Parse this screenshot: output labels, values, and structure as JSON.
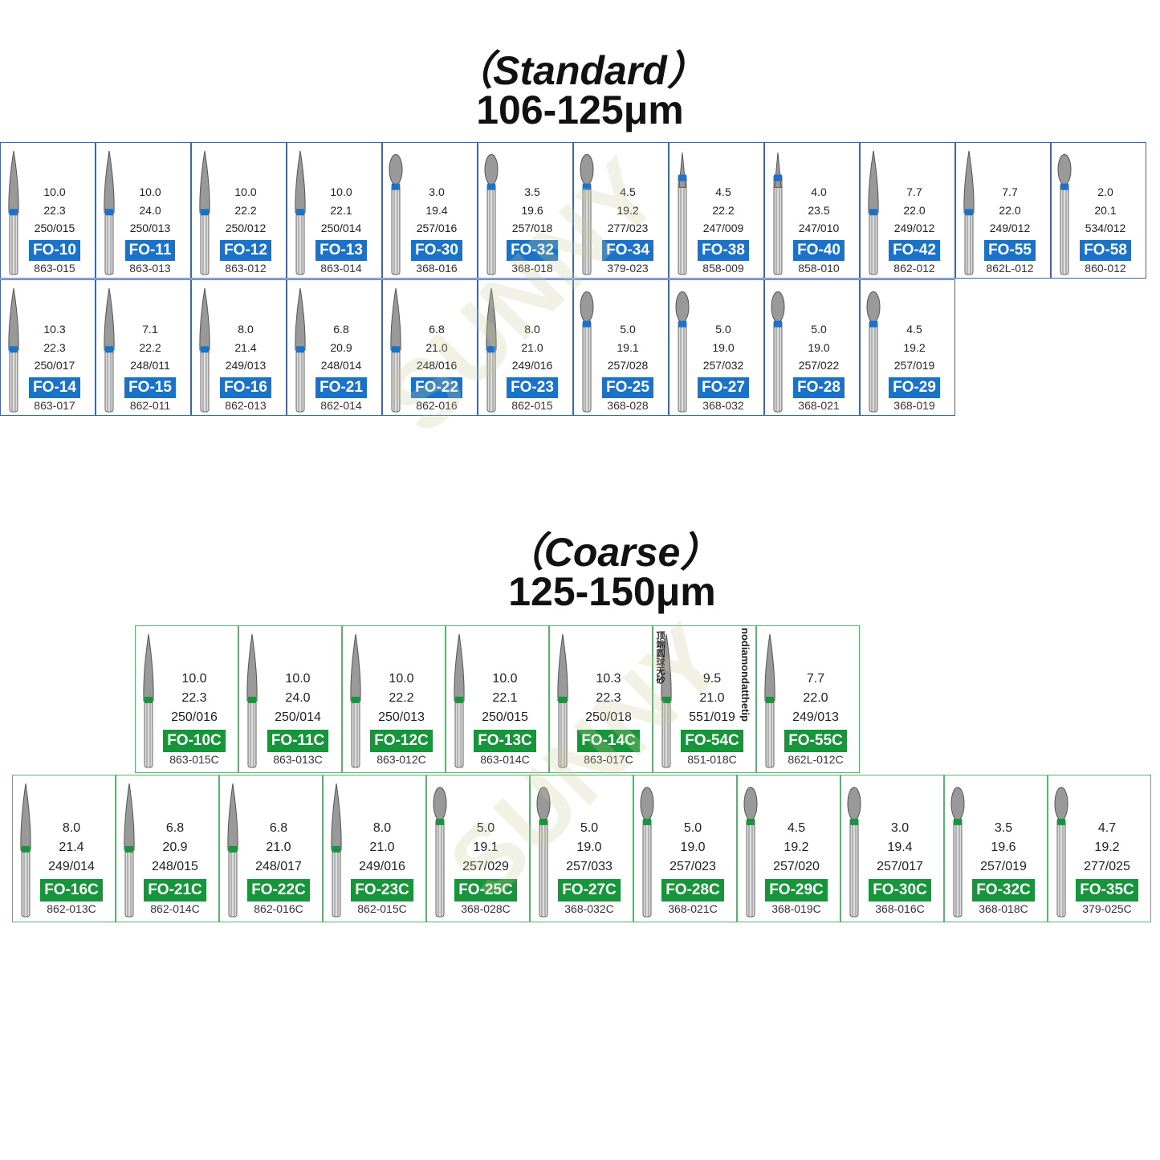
{
  "standard": {
    "title": "（Standard）",
    "range": "106-125μm",
    "color": "#1a73c8",
    "rows": [
      [
        {
          "v1": "10.0",
          "v2": "22.3",
          "v3": "250/015",
          "code": "FO-10",
          "ref": "863-015",
          "shape": "flame"
        },
        {
          "v1": "10.0",
          "v2": "24.0",
          "v3": "250/013",
          "code": "FO-11",
          "ref": "863-013",
          "shape": "flame"
        },
        {
          "v1": "10.0",
          "v2": "22.2",
          "v3": "250/012",
          "code": "FO-12",
          "ref": "863-012",
          "shape": "flame"
        },
        {
          "v1": "10.0",
          "v2": "22.1",
          "v3": "250/014",
          "code": "FO-13",
          "ref": "863-014",
          "shape": "flame"
        },
        {
          "v1": "3.0",
          "v2": "19.4",
          "v3": "257/016",
          "code": "FO-30",
          "ref": "368-016",
          "shape": "egg"
        },
        {
          "v1": "3.5",
          "v2": "19.6",
          "v3": "257/018",
          "code": "FO-32",
          "ref": "368-018",
          "shape": "egg"
        },
        {
          "v1": "4.5",
          "v2": "19.2",
          "v3": "277/023",
          "code": "FO-34",
          "ref": "379-023",
          "shape": "egg"
        },
        {
          "v1": "4.5",
          "v2": "22.2",
          "v3": "247/009",
          "code": "FO-38",
          "ref": "858-009",
          "shape": "needle"
        },
        {
          "v1": "4.0",
          "v2": "23.5",
          "v3": "247/010",
          "code": "FO-40",
          "ref": "858-010",
          "shape": "needle"
        },
        {
          "v1": "7.7",
          "v2": "22.0",
          "v3": "249/012",
          "code": "FO-42",
          "ref": "862-012",
          "shape": "flame"
        },
        {
          "v1": "7.7",
          "v2": "22.0",
          "v3": "249/012",
          "code": "FO-55",
          "ref": "862L-012",
          "shape": "flame"
        },
        {
          "v1": "2.0",
          "v2": "20.1",
          "v3": "534/012",
          "code": "FO-58",
          "ref": "860-012",
          "shape": "egg"
        }
      ],
      [
        {
          "v1": "10.3",
          "v2": "22.3",
          "v3": "250/017",
          "code": "FO-14",
          "ref": "863-017",
          "shape": "flame"
        },
        {
          "v1": "7.1",
          "v2": "22.2",
          "v3": "248/011",
          "code": "FO-15",
          "ref": "862-011",
          "shape": "flame"
        },
        {
          "v1": "8.0",
          "v2": "21.4",
          "v3": "249/013",
          "code": "FO-16",
          "ref": "862-013",
          "shape": "flame"
        },
        {
          "v1": "6.8",
          "v2": "20.9",
          "v3": "248/014",
          "code": "FO-21",
          "ref": "862-014",
          "shape": "flame"
        },
        {
          "v1": "6.8",
          "v2": "21.0",
          "v3": "248/016",
          "code": "FO-22",
          "ref": "862-016",
          "shape": "flame"
        },
        {
          "v1": "8.0",
          "v2": "21.0",
          "v3": "249/016",
          "code": "FO-23",
          "ref": "862-015",
          "shape": "flame"
        },
        {
          "v1": "5.0",
          "v2": "19.1",
          "v3": "257/028",
          "code": "FO-25",
          "ref": "368-028",
          "shape": "egg"
        },
        {
          "v1": "5.0",
          "v2": "19.0",
          "v3": "257/032",
          "code": "FO-27",
          "ref": "368-032",
          "shape": "egg"
        },
        {
          "v1": "5.0",
          "v2": "19.0",
          "v3": "257/022",
          "code": "FO-28",
          "ref": "368-021",
          "shape": "egg"
        },
        {
          "v1": "4.5",
          "v2": "19.2",
          "v3": "257/019",
          "code": "FO-29",
          "ref": "368-019",
          "shape": "egg"
        }
      ]
    ]
  },
  "coarse": {
    "title": "（Coarse）",
    "range": "125-150μm",
    "color": "#17953a",
    "rows": [
      [
        {
          "v1": "10.0",
          "v2": "22.3",
          "v3": "250/016",
          "code": "FO-10C",
          "ref": "863-015C",
          "shape": "flame"
        },
        {
          "v1": "10.0",
          "v2": "24.0",
          "v3": "250/014",
          "code": "FO-11C",
          "ref": "863-013C",
          "shape": "flame"
        },
        {
          "v1": "10.0",
          "v2": "22.2",
          "v3": "250/013",
          "code": "FO-12C",
          "ref": "863-012C",
          "shape": "flame"
        },
        {
          "v1": "10.0",
          "v2": "22.1",
          "v3": "250/015",
          "code": "FO-13C",
          "ref": "863-014C",
          "shape": "flame"
        },
        {
          "v1": "10.3",
          "v2": "22.3",
          "v3": "250/018",
          "code": "FO-14C",
          "ref": "863-017C",
          "shape": "flame"
        },
        {
          "v1": "9.5",
          "v2": "21.0",
          "v3": "551/019",
          "code": "FO-54C",
          "ref": "851-018C",
          "shape": "flame",
          "note_en": "nodiamondatthetip",
          "note_cn": "顶端圆球无砂"
        },
        {
          "v1": "7.7",
          "v2": "22.0",
          "v3": "249/013",
          "code": "FO-55C",
          "ref": "862L-012C",
          "shape": "flame"
        }
      ],
      [
        {
          "v1": "8.0",
          "v2": "21.4",
          "v3": "249/014",
          "code": "FO-16C",
          "ref": "862-013C",
          "shape": "flame"
        },
        {
          "v1": "6.8",
          "v2": "20.9",
          "v3": "248/015",
          "code": "FO-21C",
          "ref": "862-014C",
          "shape": "flame"
        },
        {
          "v1": "6.8",
          "v2": "21.0",
          "v3": "248/017",
          "code": "FO-22C",
          "ref": "862-016C",
          "shape": "flame"
        },
        {
          "v1": "8.0",
          "v2": "21.0",
          "v3": "249/016",
          "code": "FO-23C",
          "ref": "862-015C",
          "shape": "flame"
        },
        {
          "v1": "5.0",
          "v2": "19.1",
          "v3": "257/029",
          "code": "FO-25C",
          "ref": "368-028C",
          "shape": "egg"
        },
        {
          "v1": "5.0",
          "v2": "19.0",
          "v3": "257/033",
          "code": "FO-27C",
          "ref": "368-032C",
          "shape": "egg"
        },
        {
          "v1": "5.0",
          "v2": "19.0",
          "v3": "257/023",
          "code": "FO-28C",
          "ref": "368-021C",
          "shape": "egg"
        },
        {
          "v1": "4.5",
          "v2": "19.2",
          "v3": "257/020",
          "code": "FO-29C",
          "ref": "368-019C",
          "shape": "egg"
        },
        {
          "v1": "3.0",
          "v2": "19.4",
          "v3": "257/017",
          "code": "FO-30C",
          "ref": "368-016C",
          "shape": "egg"
        },
        {
          "v1": "3.5",
          "v2": "19.6",
          "v3": "257/019",
          "code": "FO-32C",
          "ref": "368-018C",
          "shape": "egg"
        },
        {
          "v1": "4.7",
          "v2": "19.2",
          "v3": "277/025",
          "code": "FO-35C",
          "ref": "379-025C",
          "shape": "egg"
        }
      ]
    ]
  },
  "watermark": "SUNNY"
}
